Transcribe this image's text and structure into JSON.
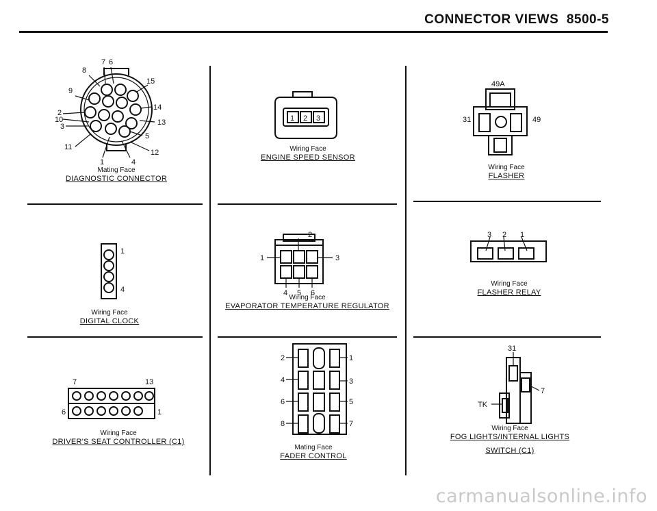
{
  "header": {
    "title": "CONNECTOR VIEWS",
    "page": "8500-5"
  },
  "panels": {
    "diagnostic": {
      "face": "Mating Face",
      "title": "DIAGNOSTIC CONNECTOR",
      "pins": [
        "7",
        "6",
        "8",
        "15",
        "9",
        "14",
        "2",
        "10",
        "13",
        "3",
        "5",
        "11",
        "12",
        "1",
        "4"
      ]
    },
    "speed": {
      "face": "Wiring Face",
      "title": "ENGINE SPEED SENSOR",
      "pins": [
        "1",
        "2",
        "3"
      ]
    },
    "flasher": {
      "face": "Wiring Face",
      "title": "FLASHER",
      "pins": [
        "49A",
        "31",
        "49"
      ]
    },
    "clock": {
      "face": "Wiring Face",
      "title": "DIGITAL CLOCK",
      "pins": [
        "1",
        "4"
      ]
    },
    "evap": {
      "face": "Wiring Face",
      "title": "EVAPORATOR TEMPERATURE REGULATOR",
      "pins": [
        "2",
        "1",
        "3",
        "4",
        "5",
        "6"
      ]
    },
    "relay": {
      "face": "Wiring Face",
      "title": "FLASHER RELAY",
      "pins": [
        "3",
        "2",
        "1"
      ]
    },
    "seat": {
      "face": "Wiring Face",
      "title": "DRIVER'S SEAT CONTROLLER (C1)",
      "pins": [
        "7",
        "13",
        "6",
        "1"
      ]
    },
    "fader": {
      "face": "Mating Face",
      "title": "FADER CONTROL",
      "pins": [
        "2",
        "1",
        "4",
        "3",
        "6",
        "5",
        "8",
        "7"
      ]
    },
    "fog": {
      "face": "Wiring Face",
      "title": "FOG LIGHTS/INTERNAL LIGHTS",
      "subtitle": "SWITCH (C1)",
      "pins": [
        "31",
        "7",
        "TK"
      ]
    }
  },
  "watermark": "carmanualsonline.info"
}
